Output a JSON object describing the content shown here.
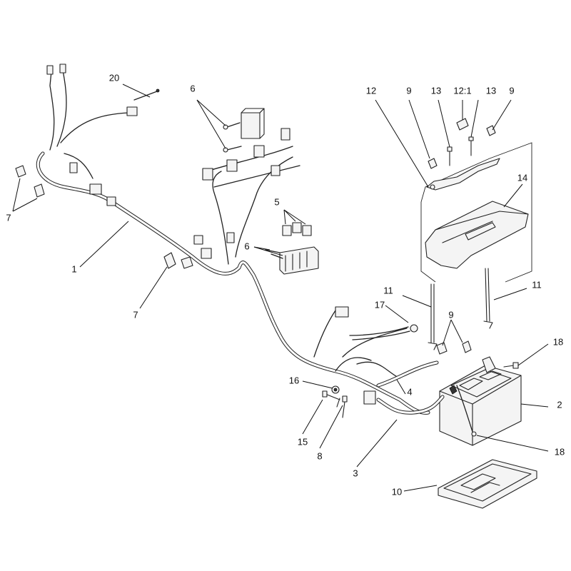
{
  "callouts": {
    "c20": "20",
    "c6a": "6",
    "c7a": "7",
    "c1": "1",
    "c7b": "7",
    "c5": "5",
    "c6b": "6",
    "c12": "12",
    "c9a": "9",
    "c13a": "13",
    "c12_1": "12:1",
    "c13b": "13",
    "c9b": "9",
    "c14": "14",
    "c11a": "11",
    "c11b": "11",
    "c17": "17",
    "c9c": "9",
    "c18a": "18",
    "c16": "16",
    "c4": "4",
    "c2": "2",
    "c15": "15",
    "c8": "8",
    "c3": "3",
    "c18b": "18",
    "c10": "10"
  }
}
